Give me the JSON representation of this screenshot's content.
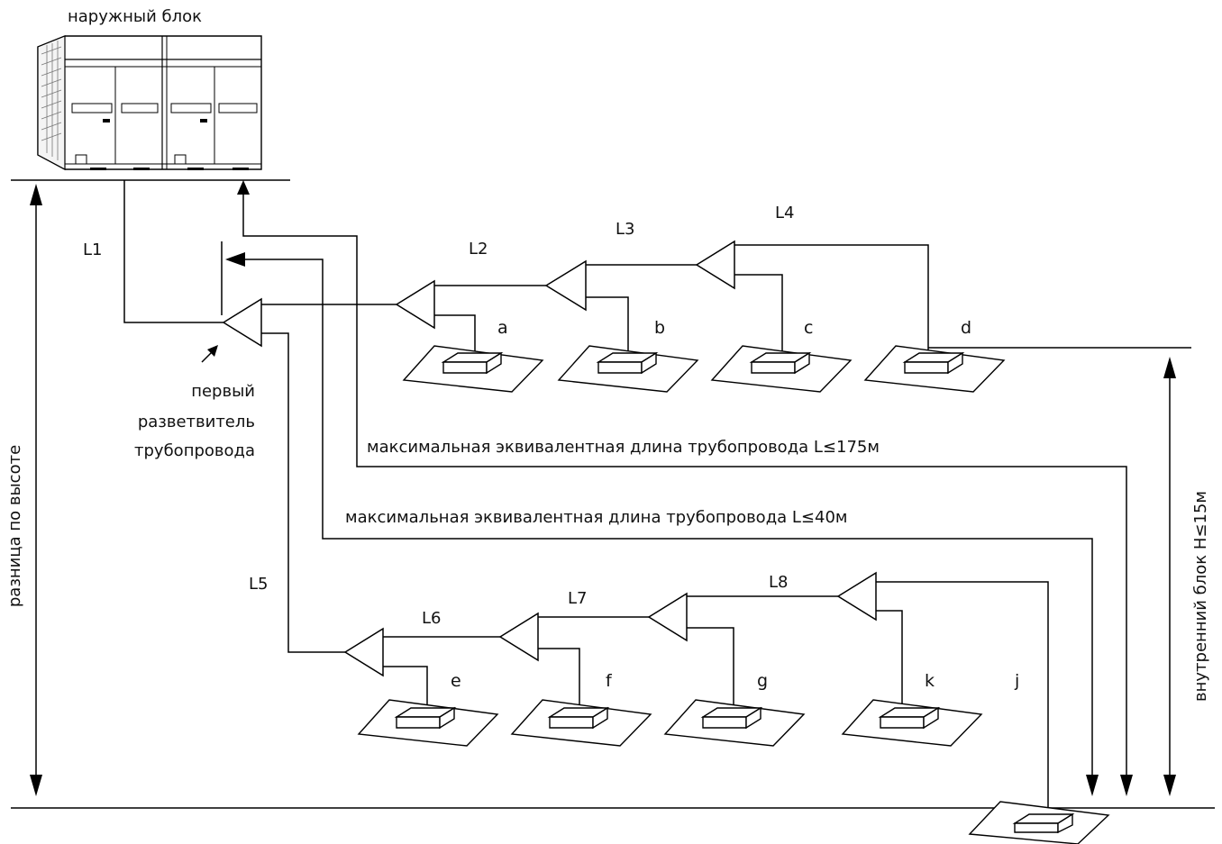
{
  "labels": {
    "outdoor_unit": "наружный блок",
    "first_branch": [
      "первый",
      "разветвитель",
      "трубопровода"
    ],
    "max_len_175": "максимальная эквивалентная длина трубопровода L≤175м",
    "max_len_40": "максимальная эквивалентная длина трубопровода L≤40м",
    "height_diff": "разница по высоте",
    "indoor_height": "внутренний блок H≤15м"
  },
  "segments": {
    "L1": "L1",
    "L2": "L2",
    "L3": "L3",
    "L4": "L4",
    "L5": "L5",
    "L6": "L6",
    "L7": "L7",
    "L8": "L8"
  },
  "units": {
    "a": "a",
    "b": "b",
    "c": "c",
    "d": "d",
    "e": "e",
    "f": "f",
    "g": "g",
    "k": "k",
    "j": "j"
  }
}
